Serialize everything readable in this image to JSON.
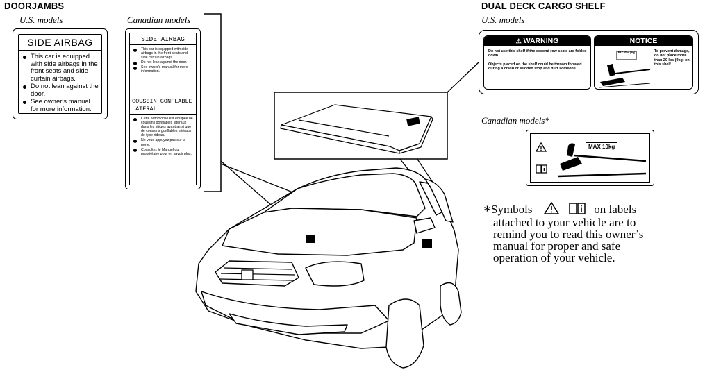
{
  "doorjambs": {
    "heading": "DOORJAMBS",
    "us_caption": "U.S. models",
    "ca_caption": "Canadian models",
    "us_label": {
      "title": "SIDE AIRBAG",
      "bullets": [
        "This car is equipped with side airbags in the front seats and side curtain airbags.",
        "Do not lean against the door.",
        "See owner's manual for more information."
      ]
    },
    "ca_label": {
      "title_en": "SIDE AIRBAG",
      "bullets_en": [
        "This car is equipped with side airbags in the front seats and side curtain airbags.",
        "Do not lean against the door.",
        "See owner's manual for more information."
      ],
      "title_fr_line1": "COUSSIN GONFLABLE",
      "title_fr_line2": "LATERAL",
      "bullets_fr": [
        "Cette automobile est équipée de coussins gonflables latéraux dans les sièges avant ainsi que de coussins gonflables latéraux de type rideau.",
        "Ne vous appuyez pas sur la porte.",
        "Consultez le Manuel du propriétaire pour en savoir plus."
      ]
    }
  },
  "cargo_shelf": {
    "heading": "DUAL DECK CARGO SHELF",
    "us_caption": "U.S. models",
    "ca_caption": "Canadian models*",
    "warning_title": "WARNING",
    "warning_text_1": "Do not use this shelf if the second row seats are folded down.",
    "warning_text_2": "Objects placed on the shelf could be thrown forward during a crash or sudden stop and hurt someone.",
    "notice_title": "NOTICE",
    "notice_badge": "MAX 20lbs (9kg)",
    "notice_text": "To prevent damage, do not place more than 20 lbs (9kg) on this shelf.",
    "ca_badge": "MAX 10kg"
  },
  "symbols_note": {
    "lead": "Symbols",
    "rest_line1": "on labels",
    "line2": "attached to your vehicle are to",
    "line3": "remind you to read this owner’s",
    "line4": "manual for proper and safe",
    "line5": "operation of your vehicle."
  },
  "icons": [
    "warning-triangle-icon",
    "manual-book-icon"
  ]
}
